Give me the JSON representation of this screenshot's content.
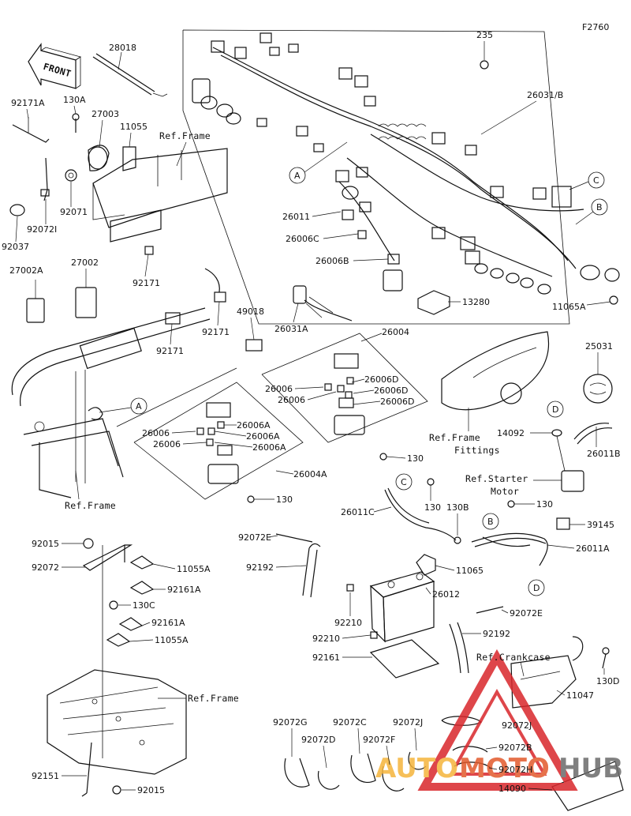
{
  "figure_code": "F2760",
  "front_label": "FRONT",
  "callout_letters": {
    "a": "A",
    "b": "B",
    "c": "C",
    "d": "D"
  },
  "refs": {
    "frame": "Ref.Frame",
    "frame_fittings_1": "Ref.Frame",
    "frame_fittings_2": "Fittings",
    "starter_motor_1": "Ref.Starter",
    "starter_motor_2": "Motor",
    "crankcase": "Ref.Crankcase"
  },
  "parts": [
    "28018",
    "235",
    "26031/B",
    "92171A",
    "130A",
    "27003",
    "11055",
    "92071",
    "92072I",
    "92037",
    "26011",
    "26006C",
    "26006B",
    "13280",
    "11065A",
    "27002A",
    "27002",
    "92171",
    "49018",
    "26031A",
    "26004",
    "26006",
    "26006D",
    "26006A",
    "26004A",
    "130",
    "25031",
    "14092",
    "26011B",
    "26011C",
    "130B",
    "39145",
    "26011A",
    "92072E",
    "92192",
    "11065",
    "26012",
    "92210",
    "92161",
    "92015",
    "92072",
    "11055A",
    "92161A",
    "130C",
    "92151",
    "11047",
    "130D",
    "92072G",
    "92072D",
    "92072C",
    "92072F",
    "92072J",
    "92072B",
    "92072H",
    "14090"
  ],
  "watermark": {
    "part1": "AUTO",
    "part2": "MOTO",
    "part3": "HUB"
  }
}
